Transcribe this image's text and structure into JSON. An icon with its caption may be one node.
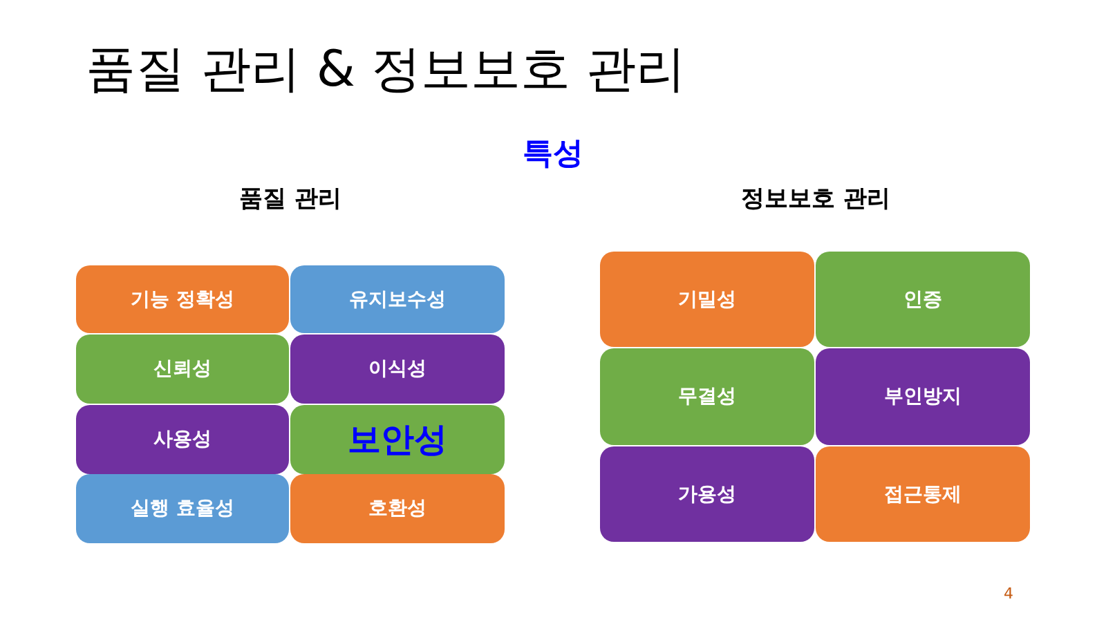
{
  "diagram": {
    "title": "품질 관리 & 정보보호 관리",
    "nodes": [
      {
        "text": [
          "기능 정확성"
        ]
      },
      {
        "text": [
          "유지보수성"
        ]
      },
      {
        "text": [
          "신뢰성"
        ]
      },
      {
        "text": [
          "이식성"
        ]
      },
      {
        "text": [
          "사용성"
        ]
      },
      {
        "text": [
          "보안성"
        ]
      },
      {
        "text": [
          "실행 효율성"
        ]
      },
      {
        "text": [
          "호환성"
        ]
      },
      {
        "text": [
          "기밀성"
        ]
      },
      {
        "text": [
          "인증"
        ]
      },
      {
        "text": [
          "무결성"
        ]
      },
      {
        "text": [
          "부인방지"
        ]
      },
      {
        "text": [
          "가용성"
        ]
      },
      {
        "text": [
          "접근통제"
        ]
      }
    ],
    "labels": [
      "특성",
      "품질 관리",
      "정보보호 관리",
      "4"
    ]
  }
}
